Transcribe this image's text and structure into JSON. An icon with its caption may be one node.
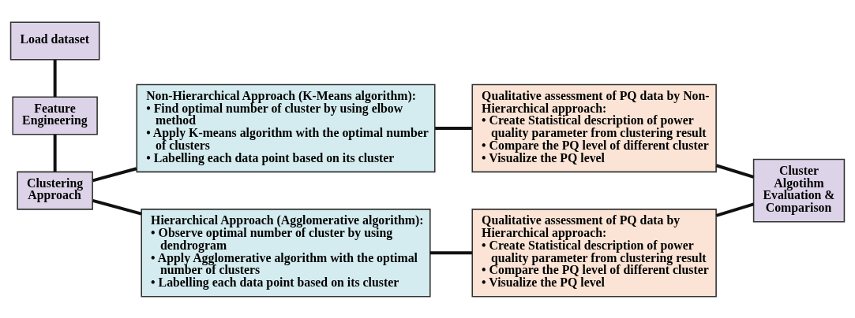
{
  "diagram": {
    "nodes": [
      {
        "text": [
          "Load dataset"
        ]
      },
      {
        "text": [
          "Feature Engineering"
        ]
      },
      {
        "text": [
          "Clustering Approach"
        ]
      },
      {
        "text": [
          "Non-Hierarchical Approach (K-Means algorithm):",
          "• Find optimal number of cluster by using elbow method",
          "• Apply K-means algorithm with the optimal number of clusters",
          "• Labelling each data point based on its cluster"
        ]
      },
      {
        "text": [
          "Hierarchical Approach (Agglomerative algorithm):",
          "• Observe optimal number of cluster by using dendrogram",
          "• Apply Agglomerative algorithm with the optimal number of clusters",
          "• Labelling each data point based on its cluster"
        ]
      },
      {
        "text": [
          "Qualitative assessment of PQ data by Non-Hierarchical approach:",
          "• Create Statistical description of power quality parameter from clustering result",
          "• Compare the PQ level of different cluster",
          "• Visualize the PQ level"
        ]
      },
      {
        "text": [
          "Qualitative assessment of PQ data by Hierarchical approach:",
          "• Create Statistical description of power quality parameter from clustering result",
          "• Compare the PQ level of different cluster",
          "• Visualize the PQ level"
        ]
      },
      {
        "text": [
          "Cluster Algotihm Evaluation & Comparison"
        ]
      }
    ],
    "edges": [
      {
        "from": 0,
        "to": 1,
        "arrow": "none"
      },
      {
        "from": 1,
        "to": 2,
        "arrow": "none"
      },
      {
        "from": 2,
        "to": 3,
        "arrow": "none"
      },
      {
        "from": 2,
        "to": 4,
        "arrow": "none"
      },
      {
        "from": 3,
        "to": 5,
        "arrow": "none"
      },
      {
        "from": 4,
        "to": 6,
        "arrow": "none"
      },
      {
        "from": 5,
        "to": 7,
        "arrow": "none"
      },
      {
        "from": 6,
        "to": 7,
        "arrow": "none"
      }
    ]
  }
}
